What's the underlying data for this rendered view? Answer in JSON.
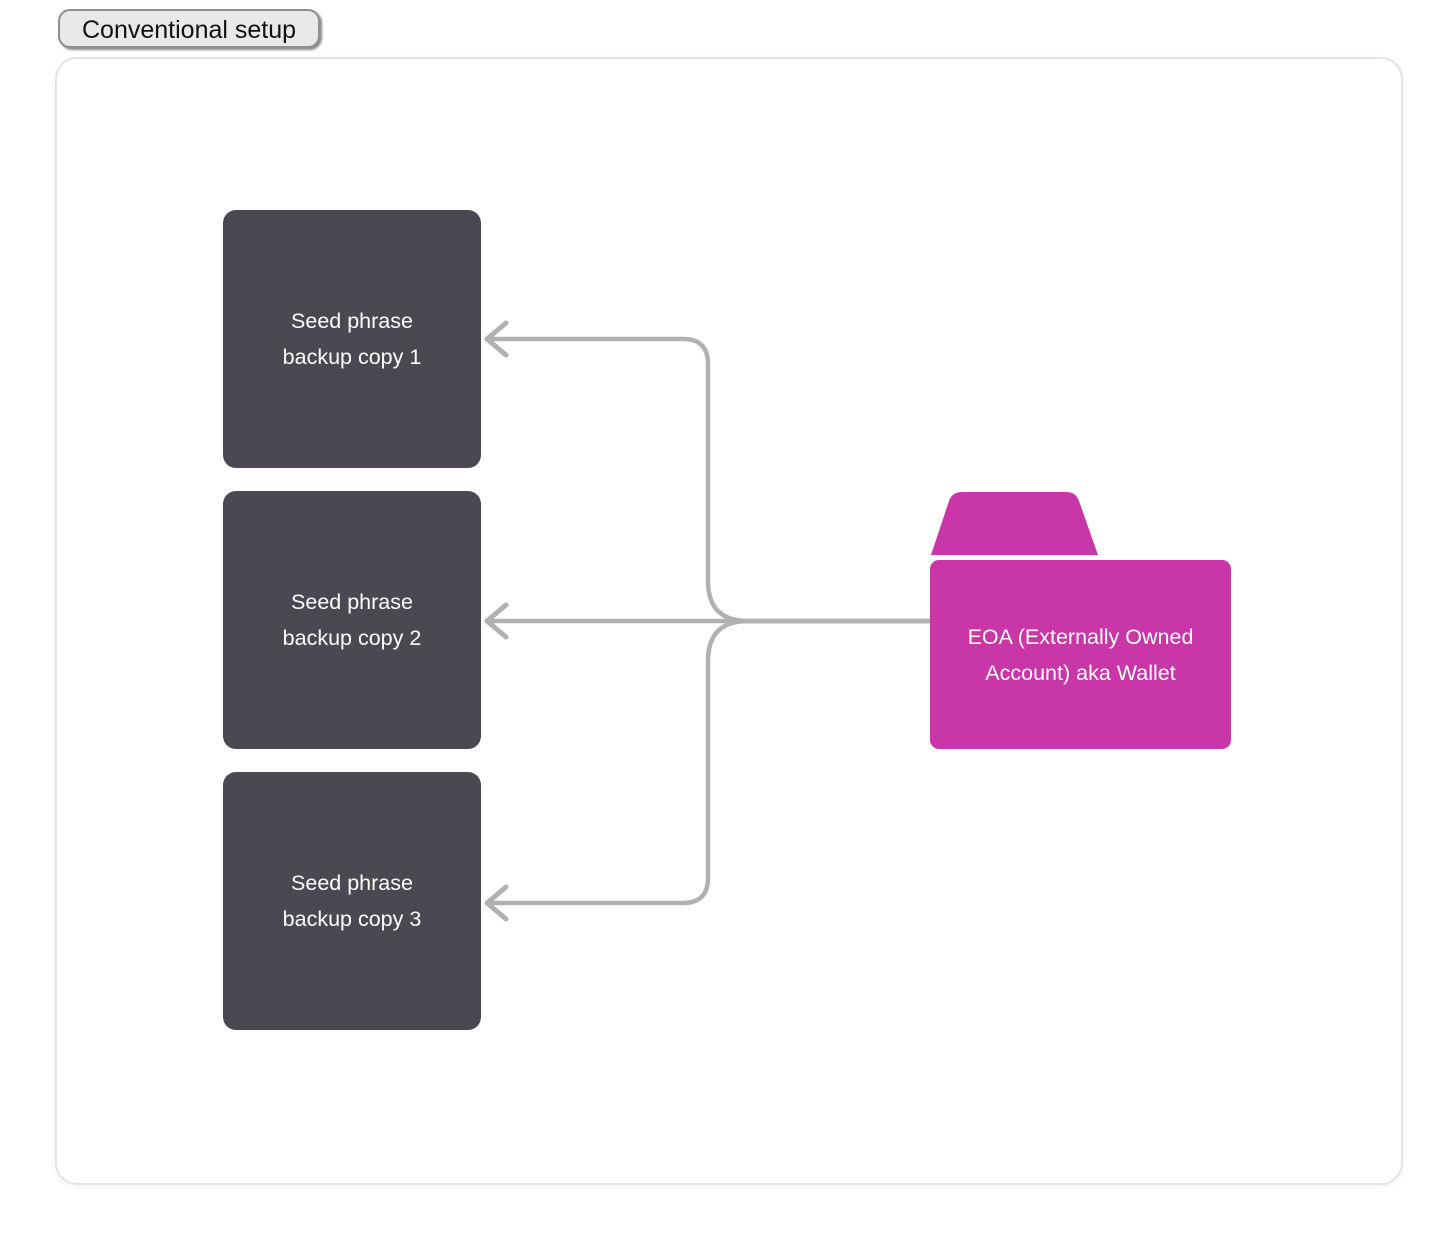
{
  "title_tab": {
    "label": "Conventional setup"
  },
  "nodes": {
    "backup1": {
      "line1": "Seed phrase",
      "line2": "backup copy 1"
    },
    "backup2": {
      "line1": "Seed phrase",
      "line2": "backup copy 2"
    },
    "backup3": {
      "line1": "Seed phrase",
      "line2": "backup copy 3"
    },
    "wallet": {
      "line1": "EOA (Externally Owned",
      "line2": "Account) aka Wallet"
    }
  },
  "colors": {
    "node_fill": "#4b4851",
    "node_text": "#ffffff",
    "wallet_fill": "#c836a8",
    "arrow": "#b1b1b1",
    "frame_border": "#e4e4e4",
    "tab_bg": "#e9e9e9",
    "tab_border": "#8f8f8f",
    "tab_text": "#111111"
  }
}
